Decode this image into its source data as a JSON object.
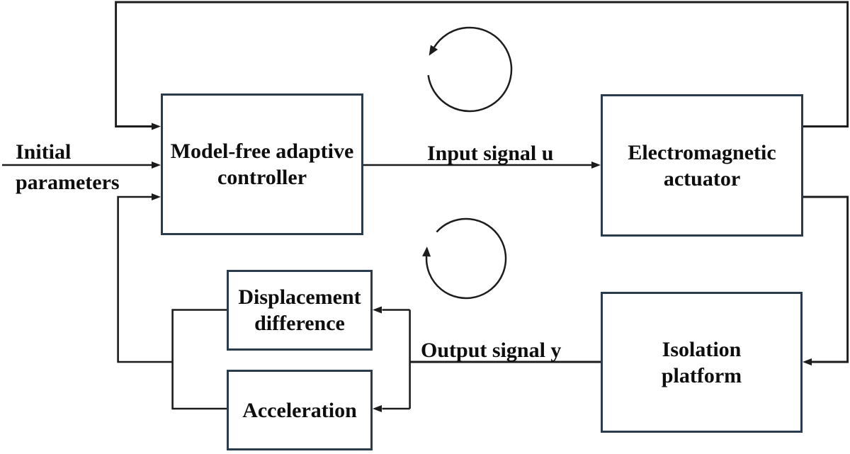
{
  "blocks": {
    "controller": {
      "line1": "Model-free adaptive",
      "line2": "controller"
    },
    "actuator": {
      "line1": "Electromagnetic",
      "line2": "actuator"
    },
    "platform": {
      "line1": "Isolation",
      "line2": "platform"
    },
    "displacement": {
      "line1": "Displacement",
      "line2": "difference"
    },
    "acceleration": {
      "line1": "Acceleration"
    }
  },
  "labels": {
    "initial_line1": "Initial",
    "initial_line2": "parameters",
    "input_signal": "Input signal u",
    "output_signal": "Output signal y"
  },
  "icons": {
    "top_loop": "counterclockwise-rotation",
    "bottom_loop": "clockwise-rotation"
  },
  "colors": {
    "background": "#ffffff",
    "box_border": "#2a3b4d",
    "wire": "#1c1c1c",
    "text": "#0e0e0e"
  }
}
